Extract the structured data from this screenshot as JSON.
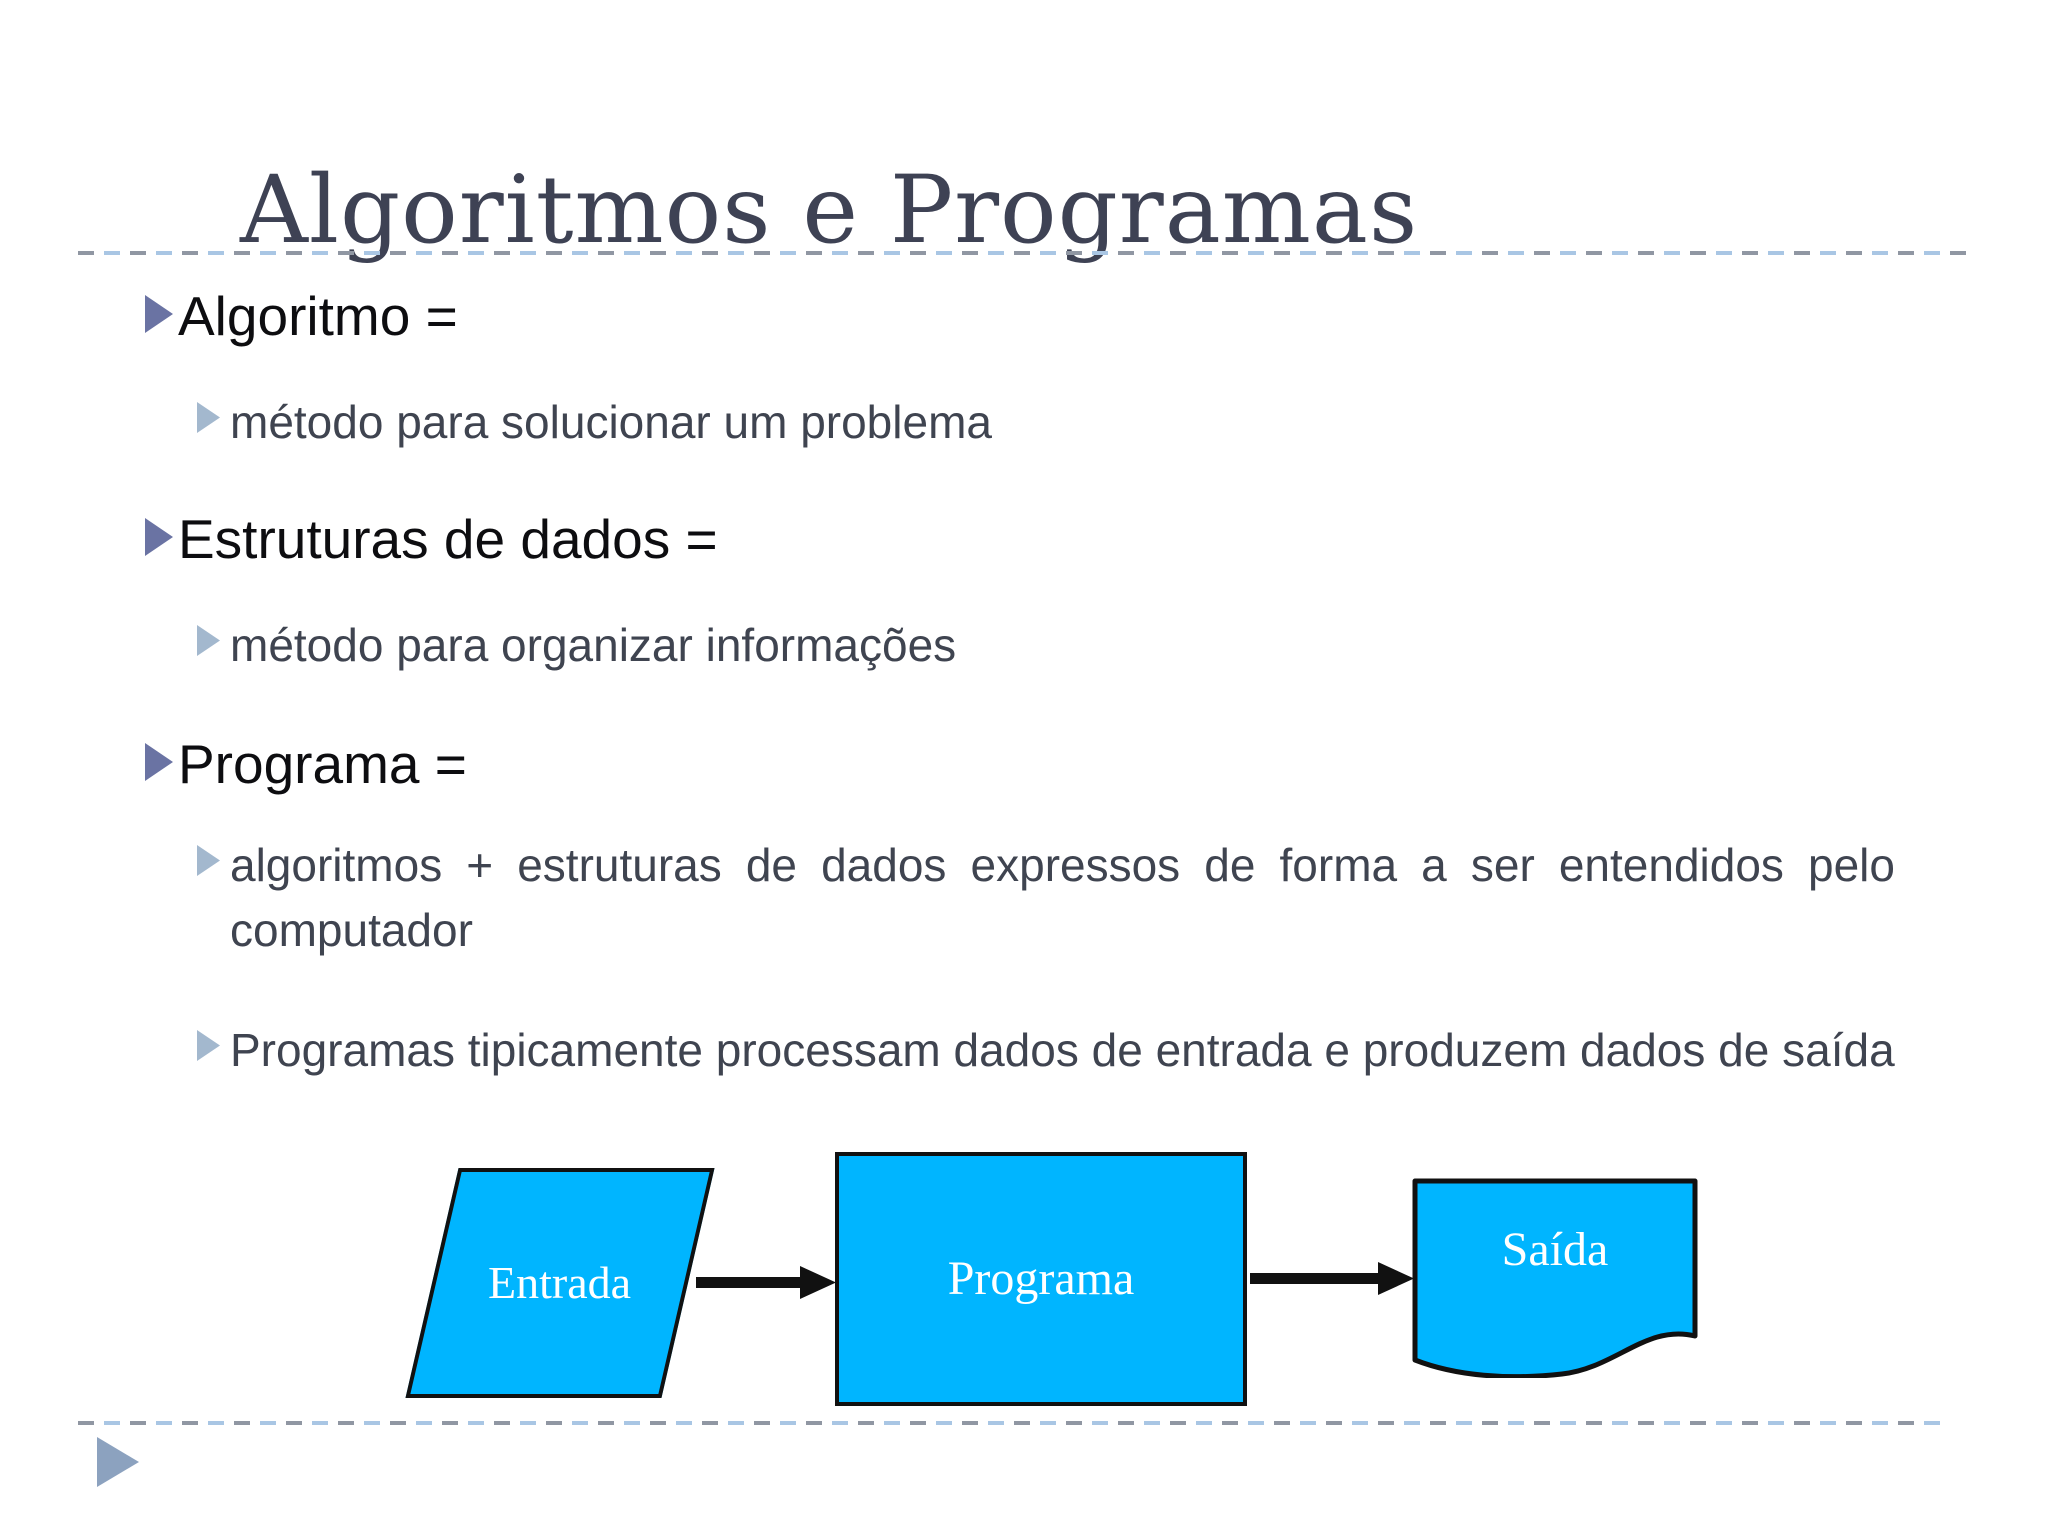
{
  "title": "Algoritmos e Programas",
  "content": {
    "items": [
      {
        "label": "Algoritmo =",
        "subs": [
          "método para solucionar um problema"
        ]
      },
      {
        "label": "Estruturas de dados =",
        "subs": [
          "método para organizar informações"
        ]
      },
      {
        "label": "Programa =",
        "subs": [
          "algoritmos + estruturas de dados expressos de forma a ser entendidos pelo computador",
          "Programas tipicamente processam dados de entrada e produzem dados de saída"
        ]
      }
    ]
  },
  "diagram": {
    "input_label": "Entrada",
    "process_label": "Programa",
    "output_label": "Saída"
  },
  "colors": {
    "shape_fill": "#00B5FF",
    "shape_border": "#111111",
    "title_text": "#3E4254",
    "level1_text": "#0D0D10",
    "level2_text": "#3F4450",
    "bullet_level1": "#6A73A3",
    "bullet_level2": "#A3B8CE",
    "divider_gray": "#9097A3",
    "divider_blue": "#A9C6E4",
    "footer_marker": "#8CA2BF"
  }
}
